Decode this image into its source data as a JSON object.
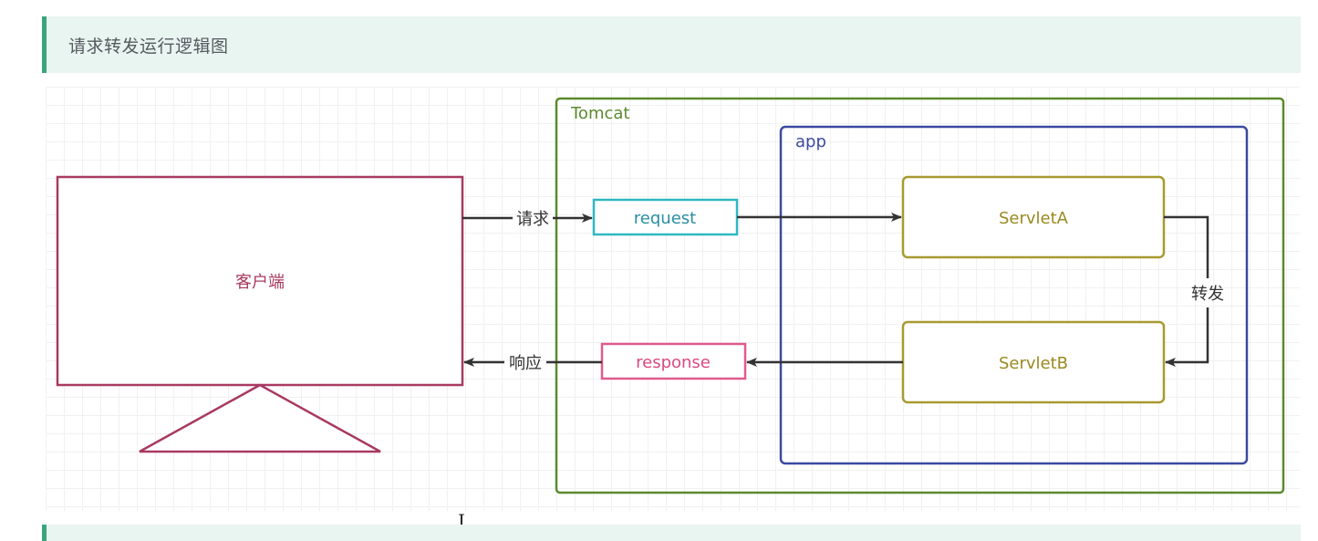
{
  "header": {
    "title": "请求转发运行逻辑图"
  },
  "diagram": {
    "client_label": "客户端",
    "tomcat_label": "Tomcat",
    "app_label": "app",
    "request_box": "request",
    "response_box": "response",
    "servlet_a": "ServletA",
    "servlet_b": "ServletB",
    "edge_request": "请求",
    "edge_response": "响应",
    "edge_forward": "转发"
  },
  "colors": {
    "accent_green": "#3aa57c",
    "client": "#a83a61",
    "tomcat": "#5a8a2e",
    "app": "#3a4aa0",
    "request": "#2eb8c0",
    "response": "#e05a8e",
    "servlet": "#a89a30",
    "arrow": "#333333"
  }
}
